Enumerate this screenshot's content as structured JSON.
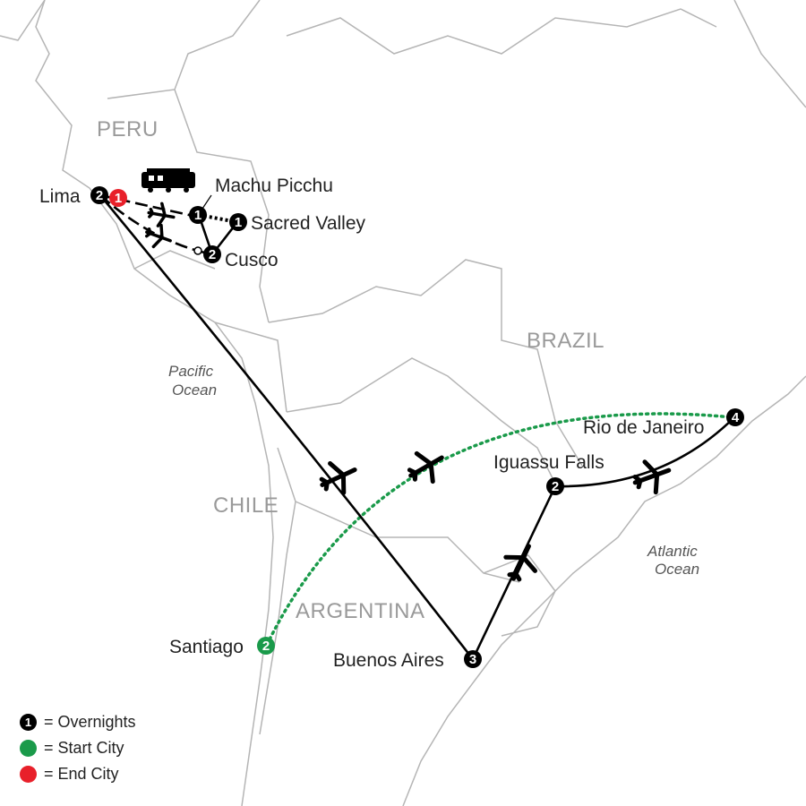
{
  "countries": {
    "peru": "PERU",
    "brazil": "BRAZIL",
    "chile": "CHILE",
    "argentina": "ARGENTINA"
  },
  "oceans": {
    "pacific_line1": "Pacific",
    "pacific_line2": "Ocean",
    "atlantic_line1": "Atlantic",
    "atlantic_line2": "Ocean"
  },
  "cities": [
    {
      "name": "Lima",
      "nights": "2",
      "end_marker": "1"
    },
    {
      "name": "Machu Picchu",
      "nights": "1"
    },
    {
      "name": "Sacred Valley",
      "nights": "1"
    },
    {
      "name": "Cusco",
      "nights": "2"
    },
    {
      "name": "Rio de Janeiro",
      "nights": "4"
    },
    {
      "name": "Iguassu Falls",
      "nights": "2"
    },
    {
      "name": "Santiago",
      "nights": "2"
    },
    {
      "name": "Buenos Aires",
      "nights": "3"
    }
  ],
  "legend": [
    {
      "symbol": "1",
      "label": "= Overnights",
      "color": "#000000"
    },
    {
      "symbol": "",
      "label": "= Start City",
      "color": "#1a9a4a"
    },
    {
      "symbol": "",
      "label": "= End City",
      "color": "#e8202a"
    }
  ],
  "colors": {
    "route": "#000000",
    "start_route": "#1a9a4a",
    "border": "#b5b5b5",
    "start": "#1a9a4a",
    "end": "#e8202a",
    "overnight": "#000000"
  },
  "icons": {
    "transport_flight": "airplane-icon",
    "transport_rail": "train-icon"
  }
}
